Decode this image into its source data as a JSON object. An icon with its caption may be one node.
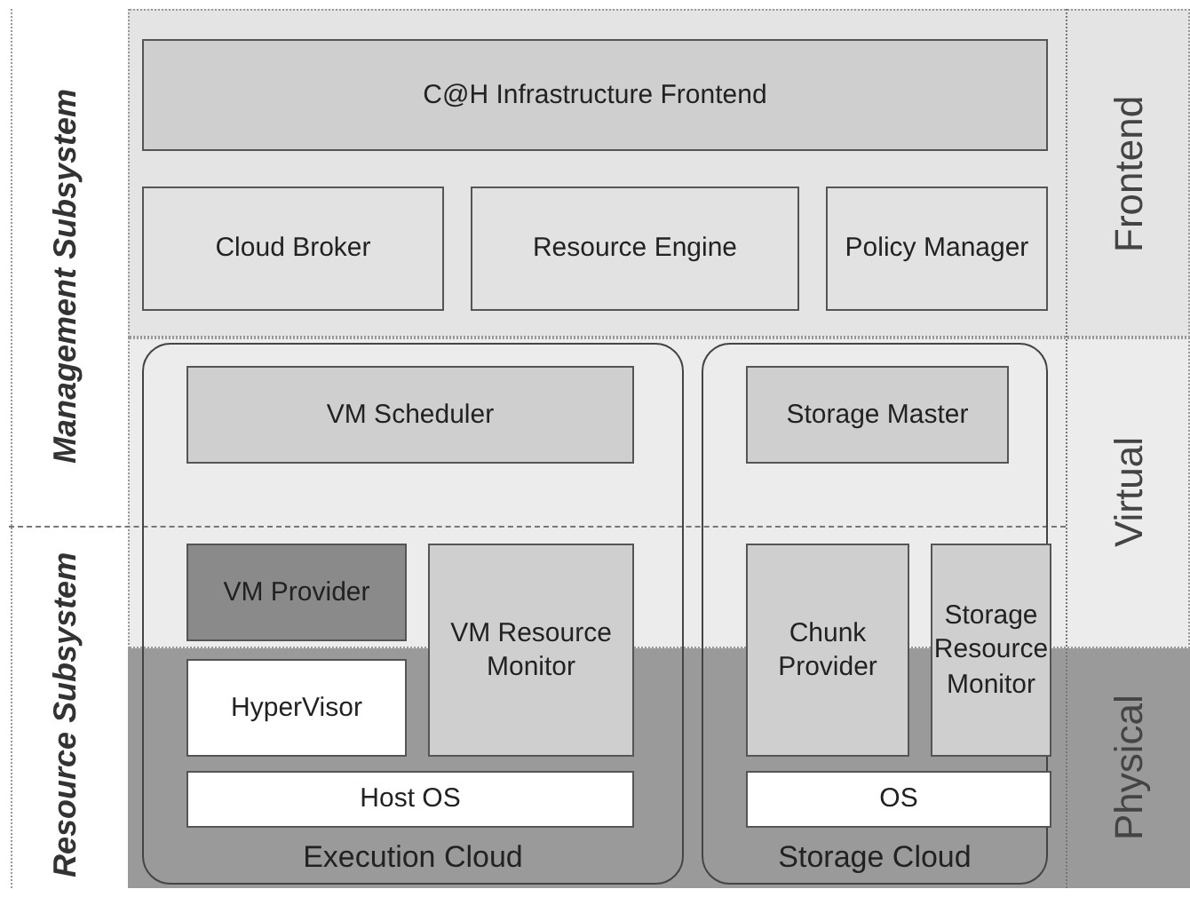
{
  "diagram": {
    "nodes": [
      {
        "text": [
          "C@H Infrastructure Frontend"
        ]
      },
      {
        "text": [
          "Cloud Broker"
        ]
      },
      {
        "text": [
          "Resource Engine"
        ]
      },
      {
        "text": [
          "Policy Manager"
        ]
      },
      {
        "text": [
          "Execution Cloud"
        ]
      },
      {
        "text": [
          "VM Scheduler"
        ],
        "in": 4
      },
      {
        "text": [
          "VM Provider"
        ],
        "in": 4
      },
      {
        "text": [
          "HyperVisor"
        ],
        "in": 4
      },
      {
        "text": [
          "VM Resource Monitor"
        ],
        "in": 4
      },
      {
        "text": [
          "Host OS"
        ],
        "in": 4
      },
      {
        "text": [
          "Storage Cloud"
        ]
      },
      {
        "text": [
          "Storage Master"
        ],
        "in": 10
      },
      {
        "text": [
          "Chunk Provider"
        ],
        "in": 10
      },
      {
        "text": [
          "Storage Resource Monitor"
        ],
        "in": 10
      },
      {
        "text": [
          "OS"
        ],
        "in": 10
      }
    ],
    "edges": [],
    "labels": [
      "Management Subsystem",
      "Frontend",
      "Virtual",
      "Resource Subsystem",
      "Physical"
    ]
  }
}
